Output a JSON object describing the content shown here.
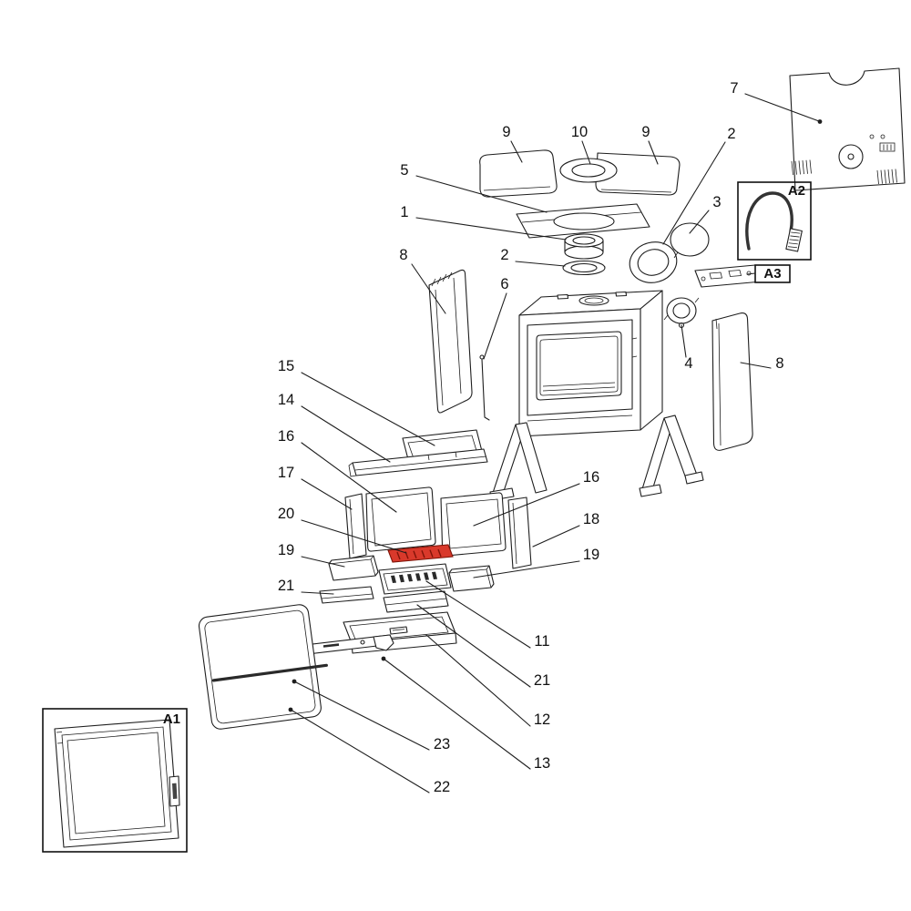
{
  "diagram": {
    "type": "exploded-parts-diagram",
    "subject": "wood-burning stove exploded parts view",
    "background": "#ffffff",
    "line_color": "#1e1e1e",
    "highlight_color": "#d9392b",
    "callouts": [
      {
        "label": "9",
        "part": "top-plate-left"
      },
      {
        "label": "10",
        "part": "top-center-ring"
      },
      {
        "label": "9",
        "part": "top-plate-right"
      },
      {
        "label": "2",
        "part": "flue-ring-rear"
      },
      {
        "label": "7",
        "part": "back-panel"
      },
      {
        "label": "5",
        "part": "top-cover-plate"
      },
      {
        "label": "1",
        "part": "flue-collar"
      },
      {
        "label": "3",
        "part": "blanking-plate"
      },
      {
        "label": "8",
        "part": "side-panel-left"
      },
      {
        "label": "2",
        "part": "flue-ring-front"
      },
      {
        "label": "6",
        "part": "operating-rod"
      },
      {
        "label": "4",
        "part": "rear-flue-collar"
      },
      {
        "label": "8",
        "part": "side-panel-right"
      },
      {
        "label": "15",
        "part": "baffle-plate"
      },
      {
        "label": "14",
        "part": "baffle-support-bar"
      },
      {
        "label": "16",
        "part": "firebrick-back-left"
      },
      {
        "label": "17",
        "part": "firebrick-side-left"
      },
      {
        "label": "16",
        "part": "firebrick-back-right"
      },
      {
        "label": "18",
        "part": "firebrick-side-right"
      },
      {
        "label": "20",
        "part": "shaker-grate-highlighted"
      },
      {
        "label": "19",
        "part": "firebrick-bottom-left"
      },
      {
        "label": "19",
        "part": "firebrick-bottom-right"
      },
      {
        "label": "21",
        "part": "bottom-strip-left"
      },
      {
        "label": "11",
        "part": "fire-grate"
      },
      {
        "label": "21",
        "part": "bottom-strip-right"
      },
      {
        "label": "12",
        "part": "ash-pan"
      },
      {
        "label": "13",
        "part": "door-slide-rail"
      },
      {
        "label": "23",
        "part": "door-handle-rod"
      },
      {
        "label": "22",
        "part": "door-glass"
      }
    ],
    "insets": {
      "a1": {
        "label": "A1",
        "part": "door-assembly"
      },
      "a2": {
        "label": "A2",
        "part": "gasket-rope"
      },
      "a3": {
        "label": "A3",
        "part": "mounting-bracket"
      }
    }
  }
}
